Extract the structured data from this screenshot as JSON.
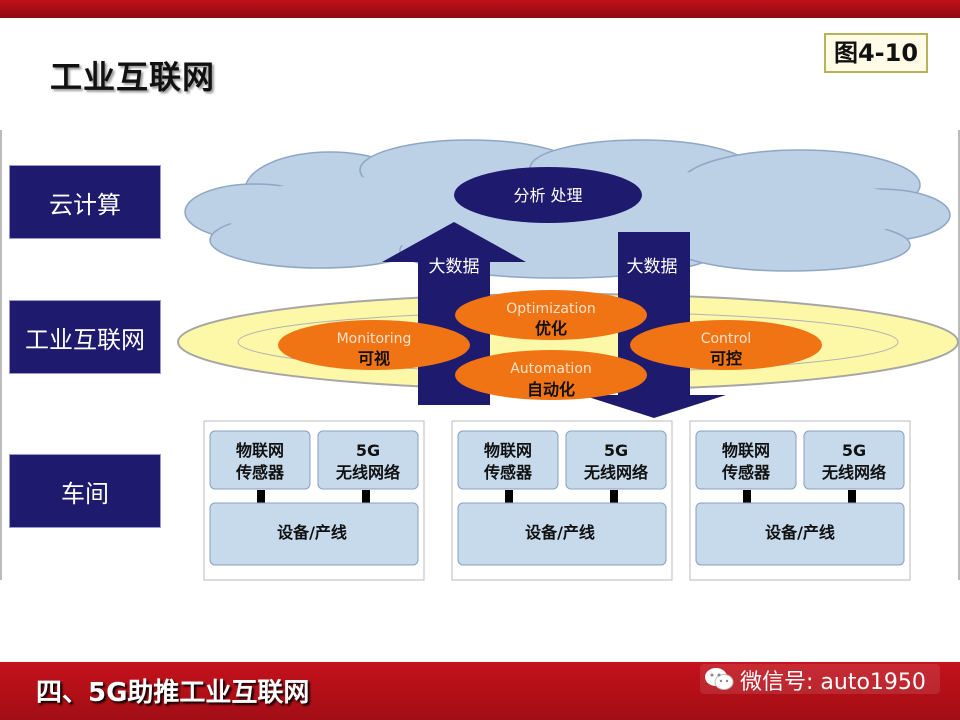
{
  "header": {
    "title": "工业互联网",
    "figure_label": "图4-10"
  },
  "rows": {
    "cloud": "云计算",
    "internet": "工业互联网",
    "workshop": "车间"
  },
  "cloud": {
    "analysis": "分析  处理"
  },
  "arrows": {
    "up_label": "大数据",
    "down_label": "大数据"
  },
  "ellipses": {
    "monitoring_en": "Monitoring",
    "monitoring_cn": "可视",
    "optimization_en": "Optimization",
    "optimization_cn": "优化",
    "automation_en": "Automation",
    "automation_cn": "自动化",
    "control_en": "Control",
    "control_cn": "可控"
  },
  "workshop_units": [
    {
      "sensor": [
        "物联网",
        "传感器"
      ],
      "network": [
        "5G",
        "无线网络"
      ],
      "equipment": "设备/产线"
    },
    {
      "sensor": [
        "物联网",
        "传感器"
      ],
      "network": [
        "5G",
        "无线网络"
      ],
      "equipment": "设备/产线"
    },
    {
      "sensor": [
        "物联网",
        "传感器"
      ],
      "network": [
        "5G",
        "无线网络"
      ],
      "equipment": "设备/产线"
    }
  ],
  "footer": {
    "section_title": "四、5G助推工业互联网",
    "wechat": "微信号: auto1950"
  },
  "colors": {
    "navy": "#1e1a6e",
    "orange": "#f07314",
    "cloud": "#bcd0e6",
    "ring": "#fdf7a8",
    "box": "#c7daec",
    "red": "#b8101a"
  }
}
